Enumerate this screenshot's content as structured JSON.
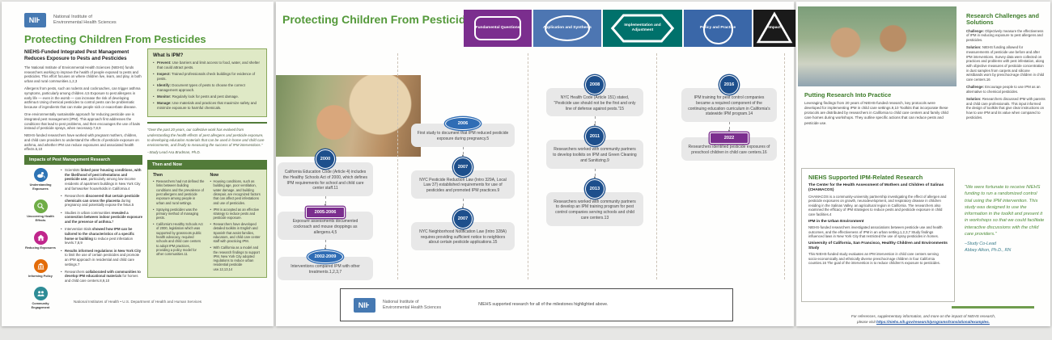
{
  "colors": {
    "brand_green": "#54993a",
    "bar_green": "#527b39",
    "box_green": "#dfe9c6",
    "navy_badge": "#1d4f8c",
    "blue_badge": "#2f6db5",
    "purple_badge": "#7b2e8e",
    "banner": [
      "#7b2e8e",
      "#4d76b2",
      "#00716b",
      "#3a67a8",
      "#1a1a1a"
    ]
  },
  "p1": {
    "logo": {
      "acronym": "NIH",
      "org1": "National Institute of",
      "org2": "Environmental Health Sciences"
    },
    "title": "Protecting Children From Pesticides",
    "subtitle": "NIEHS-Funded Integrated Pest Management Reduces Exposure to Pests and Pesticides",
    "paragraphs": [
      "The National Institute of Environmental Health Sciences (NIEHS) funds researchers working to improve the health of people exposed to pests and pesticides. This effort focuses on where children live, learn, and play, in both urban and rural communities.1,2,3",
      "Allergens from pests, such as rodents and cockroaches, can trigger asthma symptoms, particularly among children.4,5 Exposure to pest allergens in early life — even in the womb — can increase the risk of developing asthma.6 Using chemical pesticides to control pests can be problematic because of ingredients that can make people sick or exacerbate disease.",
      "One environmentally sustainable approach for reducing pesticide use is integrated pest management (IPM). This approach first addresses the conditions that lead to pest problems, and then encourages the use of baits instead of pesticide sprays, when necessary.7,8,9",
      "NIEHS-funded researchers have worked with pregnant mothers, children, and child care providers to understand the effects of pesticide exposure on asthma, and whether IPM can reduce exposures and associated health effects.5,10"
    ],
    "impacts": {
      "header": "Impacts of Pest Management Research",
      "categories": [
        {
          "label": "Understanding Exposures",
          "icon": "mouse-icon",
          "color": "#2e74b5"
        },
        {
          "label": "Uncovering Health Effects",
          "icon": "magnifier-icon",
          "color": "#6fad47"
        },
        {
          "label": "Reducing Exposures",
          "icon": "house-icon",
          "color": "#c0268c"
        },
        {
          "label": "Informing Policy",
          "icon": "government-building-icon",
          "color": "#e36c0a"
        },
        {
          "label": "Community Engagement",
          "icon": "people-icon",
          "color": "#2e8c96"
        }
      ],
      "bullets": [
        {
          "pre": "Scientists ",
          "b": "linked poor housing conditions, with the likelihood of pest infestations and pesticide use",
          "rest": ", particularly among low-income residents of apartment buildings in New York City and farmworker households in California.4"
        },
        {
          "pre": "Researchers ",
          "b": "discovered that certain pesticide chemicals can cross the placenta",
          "rest": " during pregnancy and potentially expose the fetus.5"
        },
        {
          "pre": "Studies in urban communities ",
          "b": "revealed a connection between indoor pesticide exposure and the presence of asthma.",
          "rest": "7"
        },
        {
          "pre": "Intervention trials ",
          "b": "showed how IPM can be tailored to the characteristics of a specific home or building",
          "rest": " to reduce pest infestation levels.7,8,9"
        },
        {
          "pre": "",
          "b": "Results informed regulations in New York City",
          "rest": " to limit the use of certain pesticides and promote an IPM approach in residential and child care settings.7"
        },
        {
          "pre": "Researchers ",
          "b": "collaborated with communities to develop IPM educational materials",
          "rest": " for homes and child care centers.8,9,10"
        }
      ]
    },
    "ipm_box": {
      "title": "What Is IPM?",
      "items": [
        {
          "t": "Prevent:",
          "d": " Use barriers and limit access to food, water, and shelter that could attract pests."
        },
        {
          "t": "Inspect:",
          "d": " Trained professionals check buildings for evidence of pests."
        },
        {
          "t": "Identify:",
          "d": " Document types of pests to choose the correct management approach."
        },
        {
          "t": "Monitor:",
          "d": " Regularly look for pests and pest damage."
        },
        {
          "t": "Manage:",
          "d": " Use materials and practices that maximize safety and minimize exposure to harmful chemicals."
        }
      ]
    },
    "quote": {
      "text": "“Over the past 20 years, our collective work has evolved from understanding the health effects of pest allergens and pesticide exposure, to developing education materials that can be used in home and child care environments, and finally to measuring the success of IPM interventions.”",
      "attr": "–Study Lead Asa Bradman, Ph.D."
    },
    "then_now": {
      "header": "Then and Now",
      "then_h": "Then",
      "now_h": "Now",
      "then": [
        "Researchers had not defined the links between building conditions and the prevalence of pest allergens and pesticide exposure among people in urban and rural settings.",
        "Spraying pesticides was the primary method of managing pests.",
        "California's Healthy Schools Act of 2000, legislation which was supported by grassroots public health advocacy, required schools and child care centers to adopt IPM practices, providing a policy model for other communities.11"
      ],
      "now": [
        "Housing conditions, such as building age, poor ventilation, water damage, and building disrepair, are recognized factors that can affect pest infestations and use of pesticides.",
        "IPM is accepted as an effective strategy to reduce pests and pesticide exposure.",
        "Researchers have developed detailed toolkits in English and Spanish that assist families, educators, and child care center staff with practicing IPM.",
        "With California as a model and the research findings to support IPM, New York City adopted regulations to reduce urban residential pesticide use.12,13,14"
      ]
    },
    "footer": "National Institutes of Health • U.S. Department of Health and Human Services"
  },
  "p2": {
    "title": "Protecting Children From Pesticides",
    "banner": [
      {
        "label": "Fundamental Questions",
        "shape": "rounded-rect",
        "color": "#7b2e8e"
      },
      {
        "label": "Application and Synthesis",
        "shape": "ellipse",
        "color": "#4d76b2"
      },
      {
        "label": "Implementation and Adjustment",
        "shape": "hexagon",
        "color": "#00716b"
      },
      {
        "label": "Policy and Practice",
        "shape": "circle",
        "color": "#3a67a8"
      },
      {
        "label": "Impact",
        "shape": "triangle",
        "color": "#1a1a1a"
      }
    ],
    "columns": [
      {
        "items": [
          {
            "year": "2000",
            "badge": "circle",
            "text": "California Education Code (Article 4) includes the Healthy Schools Act of 2000, which defines IPM requirements for school and child care center staff.11"
          },
          {
            "year": "2005-2006",
            "badge": "pill",
            "text": "Exposure assessments documented cockroach and mouse droppings as allergens.4,5"
          },
          {
            "year": "2002-2009",
            "badge": "ellipse",
            "text": "Interventions compared IPM with other treatments.1,2,3,7"
          }
        ]
      },
      {
        "items": [
          {
            "year": "2006",
            "badge": "ellipse",
            "text": "First study to document that IPM reduced pesticide exposure during pregnancy.5"
          },
          {
            "year": "2007",
            "badge": "circle",
            "text": "NYC Pesticide Reduction Law (Intro 329A, Local Law 37) established requirements for use of pesticides and promoted IPM practices.9"
          },
          {
            "year": "2007",
            "badge": "circle",
            "text": "NYC Neighborhood Notification Law (Intro 328A) requires providing sufficient notice to neighbors about certain pesticide applications.15"
          }
        ]
      },
      {
        "items": [
          {
            "year": "2008",
            "badge": "circle",
            "text": "NYC Health Code (Article 151) stated, “Pesticide use should not be the first and only line of defense against pests.”15"
          },
          {
            "year": "2011",
            "badge": "circle",
            "text": "Researchers worked with community partners to develop toolkits on IPM and Green Cleaning and Sanitizing.9"
          },
          {
            "year": "2013",
            "badge": "circle",
            "text": "Researchers worked with community partners to develop an IPM training program for pest control companies serving schools and child care centers.13"
          }
        ]
      },
      {
        "items": [
          {
            "year": "2016",
            "badge": "circle",
            "text": "IPM training for pest control companies became a required component of the continuing education curriculum in California's statewide IPM program.14"
          },
          {
            "year": "2022",
            "badge": "pill",
            "text": "Researchers identified pesticide exposures of preschool children in child care centers.16"
          }
        ]
      }
    ],
    "footer": {
      "acronym": "NIH",
      "org1": "National Institute of",
      "org2": "Environmental Health Sciences",
      "note": "NIEHS supported research for all of the milestones highlighted above."
    }
  },
  "p3": {
    "practice": {
      "title": "Putting Research Into Practice",
      "text": "Leveraging findings from 20 years of NIEHS-funded research, key protocols were developed for implementing IPM in child care settings.9,10 Toolkits that incorporate these protocols are distributed by researchers in California to child care centers and family child care homes during workshops. They outline specific actions that can reduce pests and pesticide use."
    },
    "research": {
      "title": "NIEHS Supported IPM-Related Research",
      "sections": [
        {
          "h": "The Center for the Health Assessment of Mothers and Children of Salinas (CHAMACOS)",
          "t": "CHAMACOS is a community-university partnership investigating the effect of allergen and pesticide exposures on growth, neurodevelopment, and respiratory disease in children residing in the Salinas Valley, an agricultural region in California. The researchers also examined the efficacy of IPM strategies to reduce pests and pesticide exposure in child care facilities.4"
        },
        {
          "h": "IPM in the Urban Environment",
          "t": "NIEHS-funded researchers investigated associations between pesticide use and health outcomes, and the effectiveness of IPM in an urban setting.1,2,3,7 Study findings influenced laws in New York City that restricted the use of spray pesticides in homes."
        },
        {
          "h": "University of California, San Francisco, Healthy Children and Environments Study",
          "t": "This NIEHS-funded study evaluates an IPM intervention in child care centers serving socio-economically and ethnically diverse preschool-age children in four California counties.16 The goal of the intervention is to reduce children's exposure to pesticides."
        }
      ]
    },
    "challenges": {
      "title": "Research Challenges and Solutions",
      "items": [
        {
          "label": "Challenge:",
          "text": " Objectively measure the effectiveness of IPM in reducing exposure to pest allergens and pesticides."
        },
        {
          "label": "Solution:",
          "text": " NIEHS funding allowed for measurements of pesticide use before and after IPM interventions. Survey data were collected on practices and problems with pest infestation, along with objective measures of pesticide concentration in dust samples from carpets and silicone wristbands worn by preschool-age children in child care centers.16"
        },
        {
          "label": "Challenge:",
          "text": " Encourage people to use IPM as an alternative to chemical pesticides."
        },
        {
          "label": "Solution:",
          "text": " Researchers discussed IPM with parents and child care professionals. This input informed the design of toolkits that give clear instructions on how to use IPM and its value when compared to pesticides."
        }
      ]
    },
    "quote": {
      "text": "“We were fortunate to receive NIEHS funding to run a randomized control trial using the IPM intervention. This study was designed to use the information in the toolkit and present it in workshops so that we could facilitate interactive discussions with the child care providers.”",
      "attr1": "–Study Co-Lead",
      "attr2": "Abbey Alkon, Ph.D., RN"
    },
    "footer": {
      "line1": "For references, supplementary information, and more on the impact of NIEHS research,",
      "line2_prefix": "please visit ",
      "link": "https://niehs.nih.gov/research/programs/translational/examples."
    }
  }
}
